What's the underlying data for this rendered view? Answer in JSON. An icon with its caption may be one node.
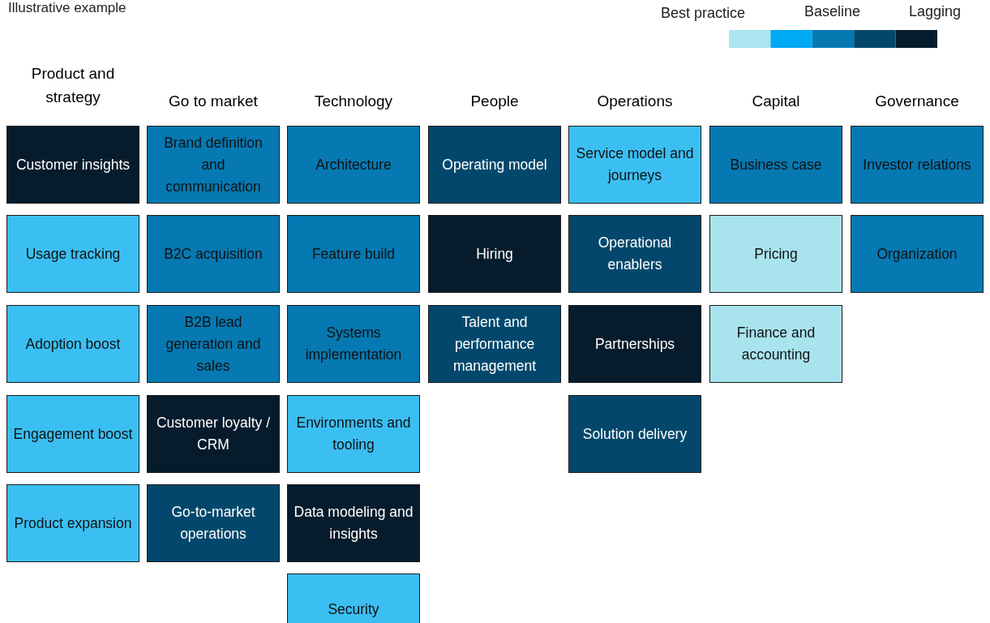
{
  "diagram": {
    "nodes": [
      {
        "text": [
          "Customer insights"
        ]
      },
      {
        "text": [
          "Usage tracking"
        ]
      },
      {
        "text": [
          "Adoption boost"
        ]
      },
      {
        "text": [
          "Engagement boost"
        ]
      },
      {
        "text": [
          "Product expansion"
        ]
      },
      {
        "text": [
          "Brand definition and communication"
        ]
      },
      {
        "text": [
          "B2C acquisition"
        ]
      },
      {
        "text": [
          "B2B lead generation and sales"
        ]
      },
      {
        "text": [
          "Customer loyalty / CRM"
        ]
      },
      {
        "text": [
          "Go-to-market operations"
        ]
      },
      {
        "text": [
          "Architecture"
        ]
      },
      {
        "text": [
          "Feature build"
        ]
      },
      {
        "text": [
          "Systems implementation"
        ]
      },
      {
        "text": [
          "Environments and tooling"
        ]
      },
      {
        "text": [
          "Data modeling and insights"
        ]
      },
      {
        "text": [
          "Security"
        ]
      },
      {
        "text": [
          "Operating model"
        ]
      },
      {
        "text": [
          "Hiring"
        ]
      },
      {
        "text": [
          "Talent and performance management"
        ]
      },
      {
        "text": [
          "Service model and journeys"
        ]
      },
      {
        "text": [
          "Operational enablers"
        ]
      },
      {
        "text": [
          "Partnerships"
        ]
      },
      {
        "text": [
          "Solution delivery"
        ]
      },
      {
        "text": [
          "Business case"
        ]
      },
      {
        "text": [
          "Pricing"
        ]
      },
      {
        "text": [
          "Finance and accounting"
        ]
      },
      {
        "text": [
          "Investor relations"
        ]
      },
      {
        "text": [
          "Organization"
        ]
      }
    ],
    "labels": [
      "Illustrative example",
      "Product and strategy",
      "Go to market",
      "Technology",
      "People",
      "Operations",
      "Capital",
      "Governance"
    ],
    "legend": [
      {
        "text": "Best practice",
        "color": "#aae5f0"
      },
      {
        "text": "Baseline",
        "color": "#0679b2"
      },
      {
        "text": "Lagging",
        "color": "#051c2c"
      }
    ]
  }
}
